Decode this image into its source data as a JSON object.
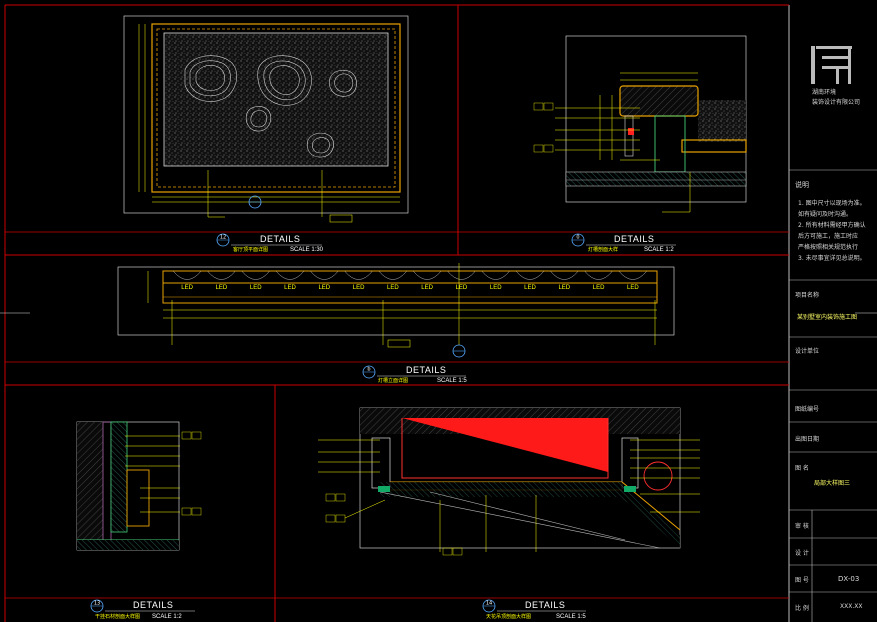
{
  "panels": [
    {
      "id": "p1",
      "num": "12",
      "title": "DETAILS",
      "subtitle": "客厅顶平面详图",
      "scale": "SCALE 1:30"
    },
    {
      "id": "p2",
      "num": "0",
      "title": "DETAILS",
      "subtitle": "灯槽剖面大样",
      "scale": "SCALE 1:2"
    },
    {
      "id": "p3",
      "num": "b",
      "title": "DETAILS",
      "subtitle": "灯槽立面详图",
      "scale": "SCALE 1:5"
    },
    {
      "id": "p4",
      "num": "13",
      "title": "DETAILS",
      "subtitle": "干挂石材剖面大样图",
      "scale": "SCALE 1:2"
    },
    {
      "id": "p5",
      "num": "14",
      "title": "DETAILS",
      "subtitle": "天花吊顶剖面大样图",
      "scale": "SCALE 1:5"
    }
  ],
  "led_labels": [
    "LED",
    "LED",
    "LED",
    "LED",
    "LED",
    "LED",
    "LED",
    "LED",
    "LED",
    "LED",
    "LED",
    "LED",
    "LED",
    "LED"
  ],
  "title_block": {
    "company_line1": "湖南环境",
    "company_line2": "装饰设计有限公司",
    "notes_title": "说明",
    "notes": [
      "1. 图中尺寸以现场为准。",
      "   如有疑问及时沟通。",
      "2. 所有材料需经甲方确认",
      "   后方可施工，施工时应",
      "   严格按照相关规范执行",
      "3. 未尽事宜详见总说明。"
    ],
    "project_label": "项目名称",
    "project_value": "某别墅室内装饰施工图",
    "designer_label": "设计单位",
    "drawing_no_label": "图纸编号",
    "date_label": "出图日期",
    "drawing_label": "图 名",
    "drawing_value": "局部大样图三",
    "check_label": "审 核",
    "design_label": "设 计",
    "sheet_label": "图 号",
    "sheet_value": "DX-03",
    "scale_label": "比 例",
    "scale_value": "XXX.XX"
  }
}
